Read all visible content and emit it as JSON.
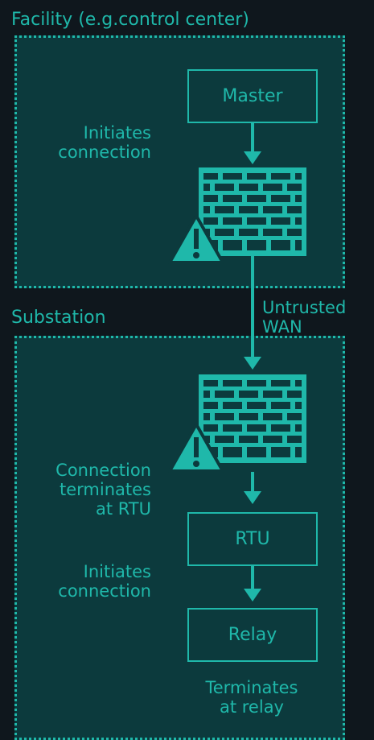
{
  "facility": {
    "title": "Facility (e.g.control center)",
    "initiates_note": [
      "Initiates",
      "connection"
    ]
  },
  "substation": {
    "title": "Substation",
    "connection_note": [
      "Connection",
      "terminates",
      "at RTU"
    ],
    "initiates_note": [
      "Initiates",
      "connection"
    ],
    "terminates_note": [
      "Terminates",
      "at relay"
    ]
  },
  "wan_label": [
    "Untrusted",
    "WAN"
  ],
  "nodes": {
    "master": "Master",
    "rtu": "RTU",
    "relay": "Relay"
  },
  "icons": [
    "firewall-icon",
    "warning-icon"
  ],
  "colors": {
    "background": "#0f171d",
    "zone_fill": "#0c3a3d",
    "accent": "#1fb8aa",
    "warning_stroke": "#0c3a3d"
  }
}
